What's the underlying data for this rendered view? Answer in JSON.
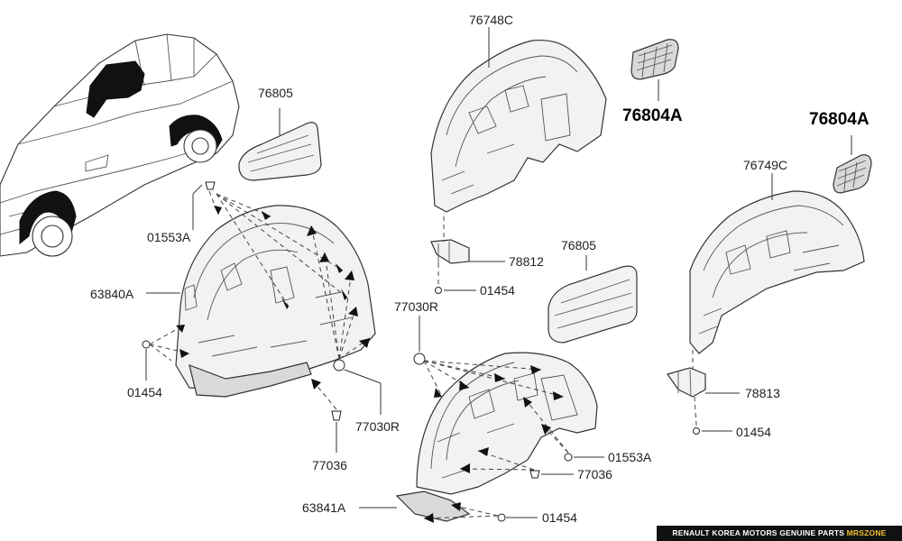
{
  "labels": {
    "l76748C": "76748C",
    "l76805_top": "76805",
    "l76804A_top": "76804A",
    "l76804A_right": "76804A",
    "l76749C": "76749C",
    "l01553A_left": "01553A",
    "l63840A": "63840A",
    "l01454_left": "01454",
    "l77030R_mid": "77030R",
    "l78812": "78812",
    "l01454_mid": "01454",
    "l76805_mid": "76805",
    "l77030R_bottom": "77030R",
    "l77036_left": "77036",
    "l01553A_right": "01553A",
    "l77036_right": "77036",
    "l63841A": "63841A",
    "l01454_bottom": "01454",
    "l78813": "78813",
    "l01454_right": "01454"
  },
  "footer": {
    "text": "RENAULT KOREA MOTORS GENUINE PARTS ",
    "brand": "MRSZONE"
  },
  "colors": {
    "footer_bg": "#111111",
    "footer_brand": "#f2c230"
  }
}
